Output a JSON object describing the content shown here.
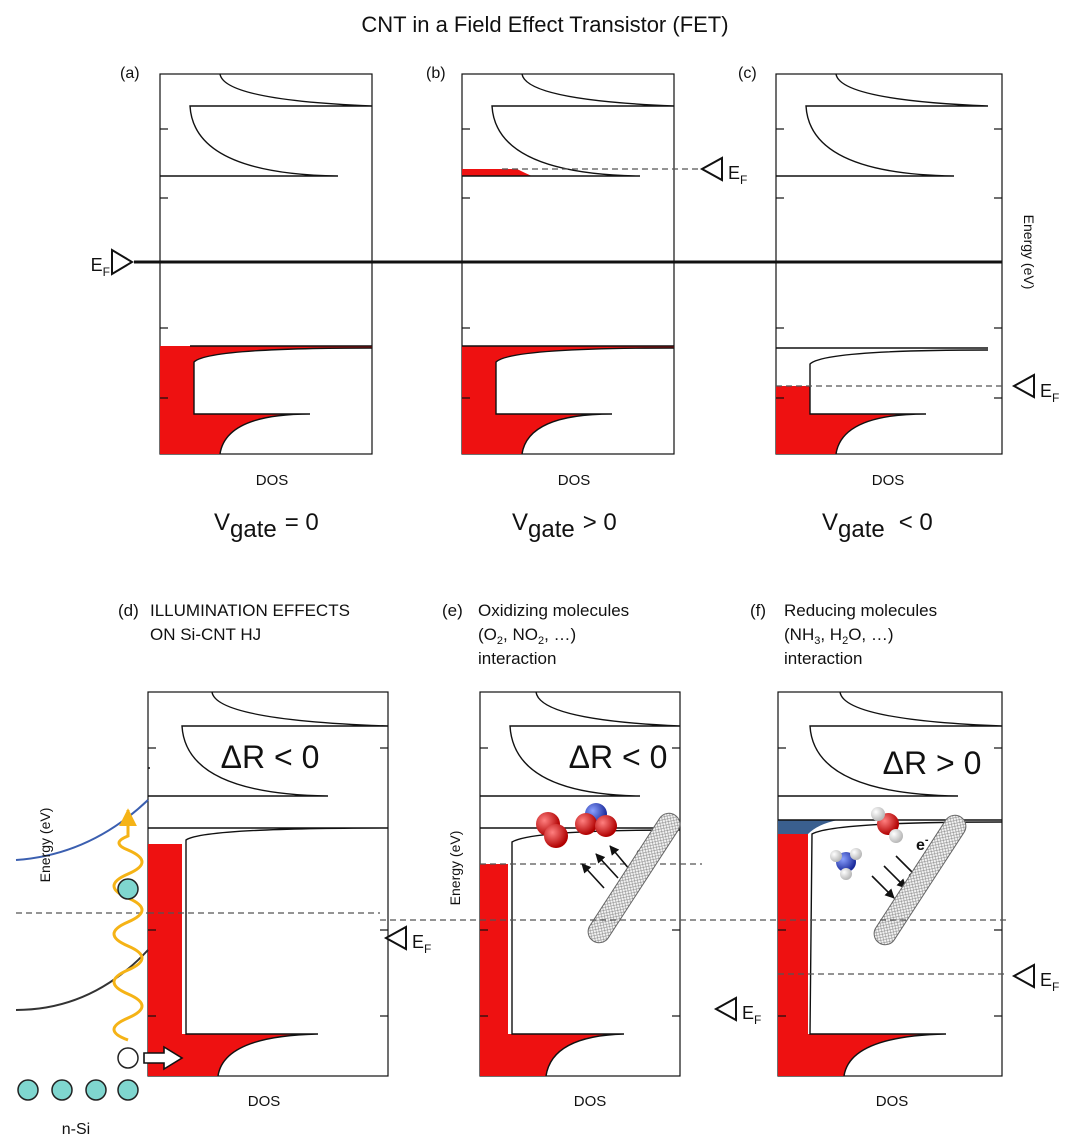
{
  "title": "CNT in a Field Effect Transistor (FET)",
  "colors": {
    "filled": "#ee1111",
    "electron": "#7fd6cf",
    "wave": "#f5b316",
    "band": "#3b5fb0",
    "blue_fill": "#3a5f8f"
  },
  "ef_symbol": "E",
  "ef_sub": "F",
  "top_row": {
    "labels": [
      "(a)",
      "(b)",
      "(c)"
    ],
    "dos_label": "DOS",
    "energy_axis": "Energy (eV)",
    "vgate_base": "V",
    "vgate_sub": "gate",
    "vgate_rel": [
      "= 0",
      "> 0",
      "< 0"
    ]
  },
  "bottom_row": {
    "d_label": "(d)",
    "d_title_1": "ILLUMINATION EFFECTS",
    "d_title_2": "ON Si-CNT HJ",
    "e_label": "(e)",
    "e_title_1": "Oxidizing molecules",
    "e_title_2_a": "(O",
    "e_title_2_sub1": "2",
    "e_title_2_b": ", NO",
    "e_title_2_sub2": "2",
    "e_title_2_c": ", …)",
    "e_title_3": "interaction",
    "f_label": "(f)",
    "f_title_1": "Reducing molecules",
    "f_title_2_a": "(NH",
    "f_title_2_sub1": "3",
    "f_title_2_b": ", H",
    "f_title_2_sub2": "2",
    "f_title_2_c": "O, …)",
    "f_title_3": "interaction",
    "delta_r": [
      "ΔR < 0",
      "ΔR < 0",
      "ΔR > 0"
    ],
    "dos_label": "DOS",
    "energy_axis": "Energy (eV)",
    "electron_label": "e",
    "nsi_label": "n-Si"
  }
}
